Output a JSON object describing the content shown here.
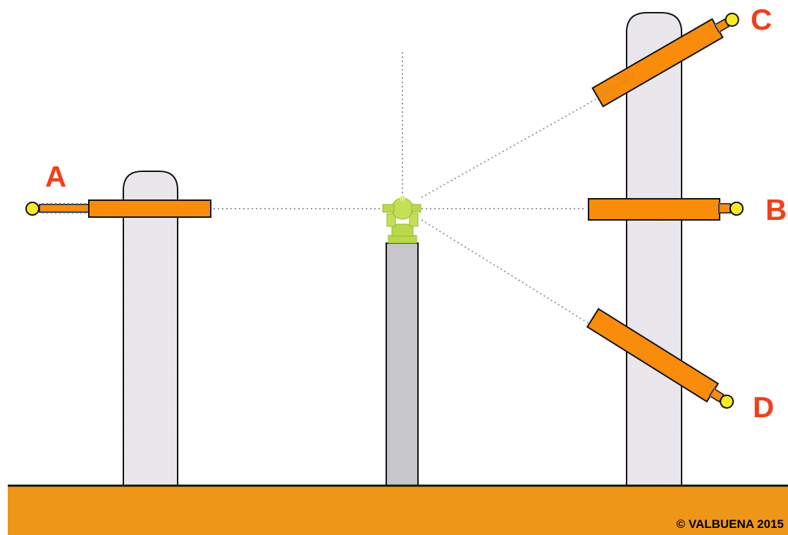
{
  "labels": {
    "a": "A",
    "b": "B",
    "c": "C",
    "d": "D"
  },
  "copyright": "© VALBUENA 2015",
  "colors": {
    "label": "#f0401a",
    "ground": "#ee9617",
    "arm": "#f98c0b",
    "post": "#e9e7ec",
    "center_post": "#c7c6cb",
    "instrument": "#b9d84a",
    "sight_line": "#8a8a8a",
    "bulb": "#f6e928",
    "spring": "#2f7fe0"
  },
  "icons": {
    "instrument": "theodolite-icon",
    "bulb": "bulb-icon"
  }
}
